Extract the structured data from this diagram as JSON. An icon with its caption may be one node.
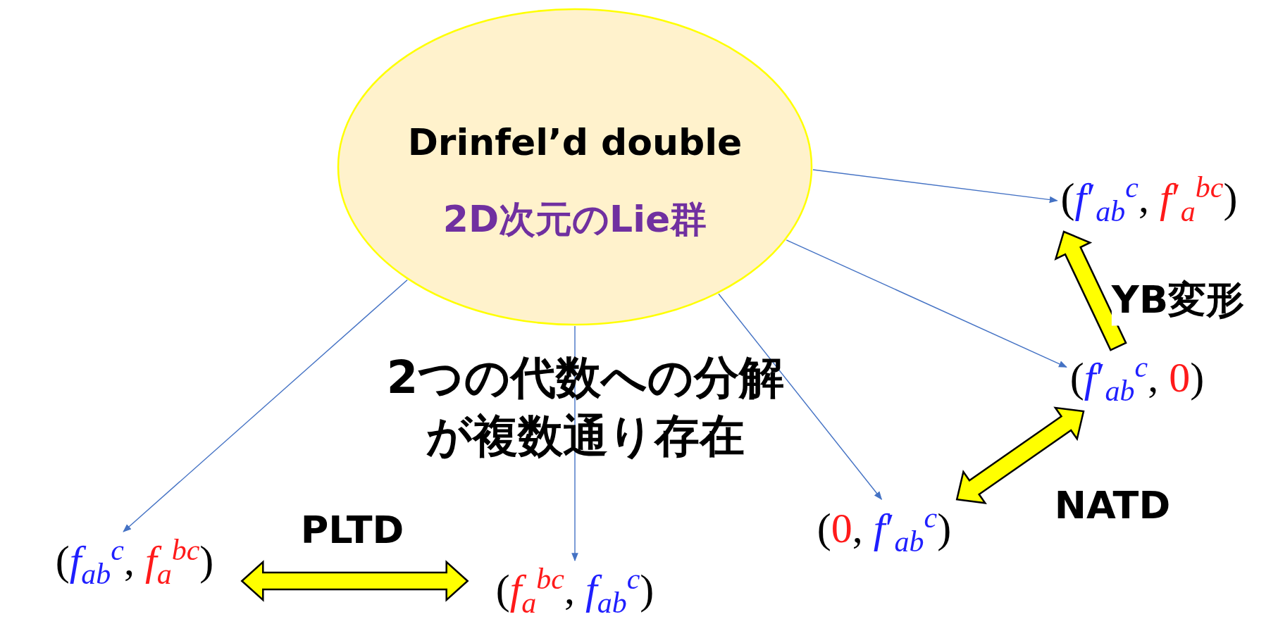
{
  "diagram": {
    "nodes": [
      {
        "text": [
          "Drinfel’d double",
          "2D次元のLie群"
        ]
      },
      {
        "text": [
          "(*f*′$_{ab}$$^{c}$, *f*′$_{a}$$^{bc}$)"
        ]
      },
      {
        "text": [
          "(*f*′$_{ab}$$^{c}$, 0)"
        ]
      },
      {
        "text": [
          "(0, *f*′$_{ab}$$^{c}$)"
        ]
      },
      {
        "text": [
          "(*f*$_{ab}$$^{c}$, *f*$_{a}$$^{bc}$)"
        ]
      },
      {
        "text": [
          "(*f*$_{a}$$^{bc}$, *f*$_{ab}$$^{c}$)"
        ]
      }
    ],
    "edges": [
      {
        "from": 0,
        "to": 1,
        "arrow": "to"
      },
      {
        "from": 0,
        "to": 2,
        "arrow": "to"
      },
      {
        "from": 0,
        "to": 3,
        "arrow": "to"
      },
      {
        "from": 0,
        "to": 5,
        "arrow": "to"
      },
      {
        "from": 0,
        "to": 4,
        "arrow": "to"
      },
      {
        "from": 2,
        "to": 1,
        "arrow": "to",
        "label": "YB変形",
        "style": "thick",
        "color": "#ffff00"
      },
      {
        "from": 2,
        "to": 3,
        "arrow": "both",
        "label": "NATD",
        "style": "thick",
        "color": "#ffff00"
      },
      {
        "from": 4,
        "to": 5,
        "arrow": "both",
        "label": "PLTD",
        "style": "thick",
        "color": "#ffff00"
      }
    ],
    "labels": [
      "2つの代数への分解が複数通り存在"
    ]
  }
}
